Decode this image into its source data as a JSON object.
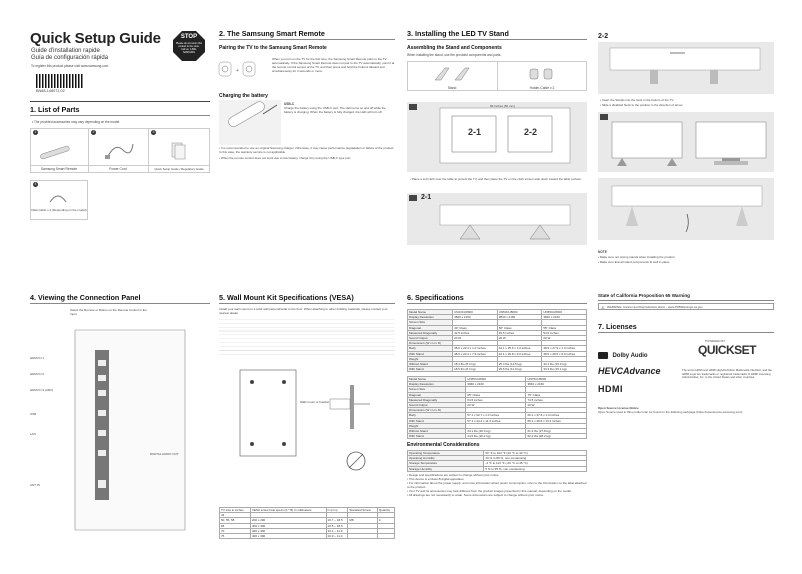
{
  "cover": {
    "title": "Quick Setup Guide",
    "subtitle_fr": "Guide d'installation rapide",
    "subtitle_es": "Guía de configuración rápida",
    "register_text": "To register this product please visit www.samsung.com",
    "barcode_number": "BN68-14807J-02",
    "stop_badge": "STOP",
    "stop_sub": "Please do not return this product to the store. Call us: 1-800-SAMSUNG"
  },
  "list_of_parts": {
    "heading": "1.  List of Parts",
    "intro": "• The provided accessories may vary depending on the model.",
    "items": [
      {
        "num": "1",
        "label": "Samsung Smart Remote"
      },
      {
        "num": "2",
        "label": "Power Cord"
      },
      {
        "num": "3",
        "label": "Quick Setup Guide / Regulatory Guide"
      },
      {
        "num": "4",
        "label": "Data Cable x 2 (Depending on the model)"
      }
    ]
  },
  "smart_remote": {
    "heading": "2.  The Samsung Smart Remote",
    "pairing_title": "Pairing the TV to the Samsung Smart Remote",
    "pairing_text": "When you turn on the TV for the first time, the Samsung Smart Remote pairs to the TV automatically. If the Samsung Smart Remote does not pair to the TV automatically, point it at the remote control sensor of the TV, and then press and hold the buttons labeled and simultaneously for 3 seconds or more.",
    "charging_title": "Charging the battery",
    "usb_c": "USB-C",
    "charge_notes": "Charge the battery using the USB-C port. The LED turns on and off while the battery is charging. When the battery is fully charged, the LED will turn off.",
    "note_a": "• It is recommended to use an original Samsung charger. Otherwise, it may cause performance degradation or failure of the product. In this case, the warranty service is not applicable.",
    "note_b": "• When the remote control does not work due to low battery, charge it by using the USB-C type port."
  },
  "stand": {
    "heading": "3.  Installing the LED TV Stand",
    "assembling_title": "Assembling the Stand and Components",
    "assembling_text": "When installing the stand, use the provided components and parts.",
    "col_stand": "Stand",
    "col_holder": "Holder-Cable x 2",
    "dim": "83 Inches (50 mm)",
    "label_21": "2-1",
    "label_22": "2-2",
    "step_note": "• Place a soft cloth over the table to protect the TV, and then place the TV on the cloth screen-side down toward the table surface.",
    "fig_21": "2-1",
    "fig_22": "2-2",
    "right_note_1": "• Insert the Stands into the slots in the bottom of the TV.",
    "right_note_2": "• Slide a disabled Neck to the position in the direction of arrow.",
    "note_heading": "NOTE",
    "note_1": "• Make sure not mixing stands when installing the product.",
    "note_2": "• Make sure that all stand components fit well in place."
  },
  "connection_panel": {
    "heading": "4.  Viewing the Connection Panel",
    "caption": "Select the Remote or Button on the Remote Control in the Input",
    "ports": [
      "HDMI IN 1",
      "HDMI IN 2",
      "HDMI IN 3 (ARC)",
      "USB",
      "LAN",
      "DIGITAL AUDIO OUT",
      "ANT IN"
    ]
  },
  "wall_mount": {
    "heading": "5.  Wall Mount Kit Specifications (VESA)",
    "intro": "Install your wall mount on a solid wall perpendicular to the floor. When attaching to other building materials, please contact your nearest dealer.",
    "label_wall": "Wall mount or bracket",
    "table_headers": [
      "TV size in inches",
      "VESA screw hole specs (A * B) in millimeters",
      "C (mm)",
      "Standard Screw",
      "Quantity"
    ],
    "table_rows": [
      [
        "43",
        "",
        "",
        "",
        ""
      ],
      [
        "50, 55, 58",
        "200 x 200",
        "10.7 ~ 18.5",
        "M8",
        "4"
      ],
      [
        "65",
        "400 x 300",
        "10.5 ~ 18.5",
        "",
        ""
      ],
      [
        "70",
        "300 x 300",
        "10.1 ~ 11.0",
        "",
        ""
      ],
      [
        "75",
        "400 x 300",
        "10.0 ~ 11.0",
        "",
        ""
      ]
    ]
  },
  "specifications": {
    "heading": "6.  Specifications",
    "table1": [
      [
        "Model Name",
        "UN43CU8000",
        "UN50CU8000",
        "UN55CU8000"
      ],
      [
        "Display Resolution",
        "3840 x 2160",
        "3840 x 2160",
        "3840 x 2160"
      ],
      [
        "Screen Size",
        "",
        "",
        ""
      ],
      [
        "Diagonal",
        "43\" Class",
        "50\" Class",
        "55\" Class"
      ],
      [
        "Measured Diagonally",
        "42.5 inches",
        "49.5 inches",
        "54.6 inches"
      ],
      [
        "Sound Output",
        "20 W",
        "20 W",
        "20 W"
      ],
      [
        "Dimensions (W x H x D)",
        "",
        "",
        ""
      ],
      [
        "Body",
        "38.0 x 22.2 x 1.0 inches",
        "44.1 x 25.6 x 1.0 inches",
        "48.5 x 27.9 x 1.0 inches"
      ],
      [
        "With Stand",
        "38.0 x 23.4 x 7.9 inches",
        "44.1 x 26.8 x 9.0 inches",
        "48.5 x 29.5 x 9.0 inches"
      ],
      [
        "Weight",
        "",
        "",
        ""
      ],
      [
        "Without Stand",
        "18.3 lbs (8.3 kg)",
        "25.4 lbs (11.5 kg)",
        "33.1 lbs (15.0 kg)"
      ],
      [
        "With Stand",
        "18.5 lbs (8.4 kg)",
        "25.6 lbs (11.6 kg)",
        "33.3 lbs (15.1 kg)"
      ]
    ],
    "table2": [
      [
        "Model Name",
        "UN65CU8000",
        "UN75CU8000"
      ],
      [
        "Display Resolution",
        "3840 x 2160",
        "3840 x 2160"
      ],
      [
        "Screen Size",
        "",
        ""
      ],
      [
        "Diagonal",
        "65\" Class",
        "75\" Class"
      ],
      [
        "Measured Diagonally",
        "64.5 inches",
        "74.5 inches"
      ],
      [
        "Sound Output",
        "20 W",
        "20 W"
      ],
      [
        "Dimensions (W x H x D)",
        "",
        ""
      ],
      [
        "Body",
        "57.1 x 32.7 x 1.0 inches",
        "66.1 x 37.8 x 1.0 inches"
      ],
      [
        "With Stand",
        "57.1 x 34.2 x 11.3 inches",
        "66.1 x 39.6 x 13.4 inches"
      ],
      [
        "Weight",
        "",
        ""
      ],
      [
        "Without Stand",
        "44.1 lbs (20.0 kg)",
        "61.3 lbs (27.8 kg)"
      ],
      [
        "With Stand",
        "44.5 lbs (20.2 kg)",
        "62.2 lbs (28.2 kg)"
      ]
    ],
    "env_title": "Environmental Considerations",
    "env": [
      [
        "Operating Temperature",
        "50 °F to 104 °F (10 °C to 40 °C)"
      ],
      [
        "Operating Humidity",
        "10 % to 80 %, non-condensing"
      ],
      [
        "Storage Temperature",
        "-4 °F to 113 °F (-20 °C to 45 °C)"
      ],
      [
        "Storage Humidity",
        "5 % to 95 %, non-condensing"
      ]
    ],
    "notes": [
      "• Design and specifications are subject to change without prior notice.",
      "• This device is a Class B digital apparatus.",
      "• For information about the power supply, and more information about power consumption, refer to the information on the label attached to the product.",
      "• Your TV and its accessories may look different from the product images presented in this manual, depending on the model.",
      "• All drawings are not necessarily to scale. Some dimensions are subject to change without prior notice."
    ]
  },
  "prop65": {
    "heading": "State of California Proposition 65 Warning",
    "text": "WARNING: Cancer and Reproductive Harm - www.P65Warnings.ca.gov."
  },
  "licenses": {
    "heading": "7.  Licenses",
    "dolby": "Dolby Audio",
    "powered_by": "POWERED BY",
    "quickset": "QUICKSET",
    "hevc": "HEVCAdvance",
    "hdmi": "HDMI",
    "hdmi_text": "The terms HDMI and HDMI High-Definition Multimedia Interface, and the HDMI Logo are trademarks or registered trademarks of HDMI Licensing Administrator, Inc. in the United States and other countries.",
    "open_source_title": "Open Source License Notice",
    "open_source_text": "Open Source used in this product can be found on the following webpage (https://opensource.samsung.com)"
  }
}
